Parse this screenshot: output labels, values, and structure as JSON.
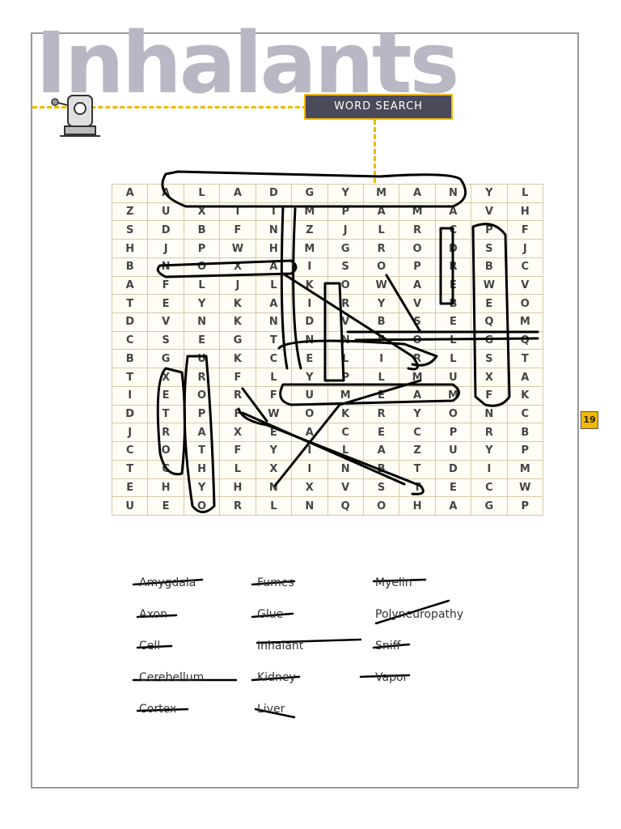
{
  "header": {
    "title": "Inhalants",
    "banner": "WORD SEARCH",
    "page_number": "19",
    "icon": "pencil-sharpener-icon"
  },
  "colors": {
    "accent": "#f2b800",
    "banner_bg": "#4a4a5a",
    "title_gray": "#b8b8c4"
  },
  "grid": {
    "rows": [
      "AALADGYMANYL",
      "ZUXIIMPAMAVH",
      "SDBFNZJLRCPF",
      "HJPWHMGRODSJ",
      "BNOXAISOPRBC",
      "AFLJLKOWAEWV",
      "TEYKAIRYVBEO",
      "DVNKNDVBSEQM",
      "CSEGTNNEOLGQ",
      "BGUKCELIRLST",
      "TXRFLYPLMUXA",
      "IEORFUMEAMFK",
      "DTPFWOKRYONC",
      "JRAXEACECPRB",
      "COTFYILAZUYP",
      "TCHLXINBTDIM",
      "EHYHNXVSTECW",
      "UEORLNQOHAGP"
    ]
  },
  "word_list": {
    "col1": [
      "Amygdala",
      "Axon",
      "Cell",
      "Cerebellum",
      "Cortex"
    ],
    "col2": [
      "Fumes",
      "Glue",
      "Inhalant",
      "Kidney",
      "Liver"
    ],
    "col3": [
      "Myelin",
      "Polyneuropathy",
      "Sniff",
      "Vapor"
    ]
  }
}
